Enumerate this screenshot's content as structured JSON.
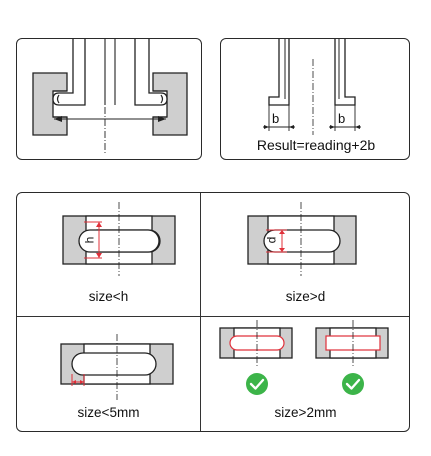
{
  "top_right": {
    "b_left": "b",
    "b_right": "b",
    "result": "Result=reading+2b"
  },
  "grid": {
    "tl": {
      "inner_label": "h",
      "caption": "size<h"
    },
    "tr": {
      "inner_label": "d",
      "caption": "size>d"
    },
    "bl": {
      "caption": "size<5mm"
    },
    "br": {
      "caption": "size>2mm"
    }
  },
  "colors": {
    "gray": "#cfcfcf",
    "red": "#e0303a",
    "green": "#3cb449",
    "line": "#222222"
  },
  "icons": [
    "check-icon",
    "check-icon"
  ]
}
